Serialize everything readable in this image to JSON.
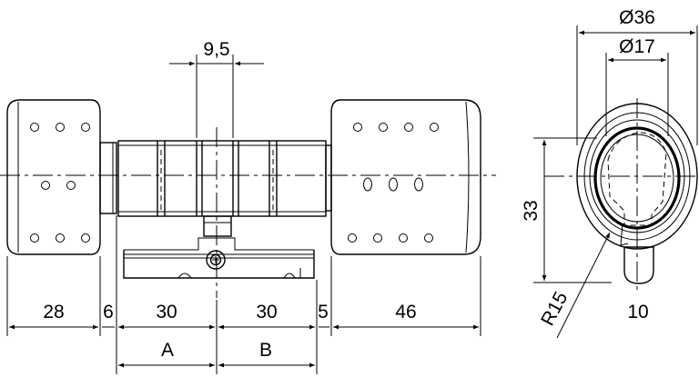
{
  "dimensions": {
    "thumbturn_length": "28",
    "collar_left": "6",
    "body_left": "30",
    "body_right": "30",
    "collar_right": "5",
    "knob_length": "46",
    "cam_width": "9,5",
    "label_a": "A",
    "label_b": "B",
    "diameter_outer": "Ø36",
    "diameter_inner": "Ø17",
    "height": "33",
    "radius": "R15",
    "cam_ext": "10"
  }
}
